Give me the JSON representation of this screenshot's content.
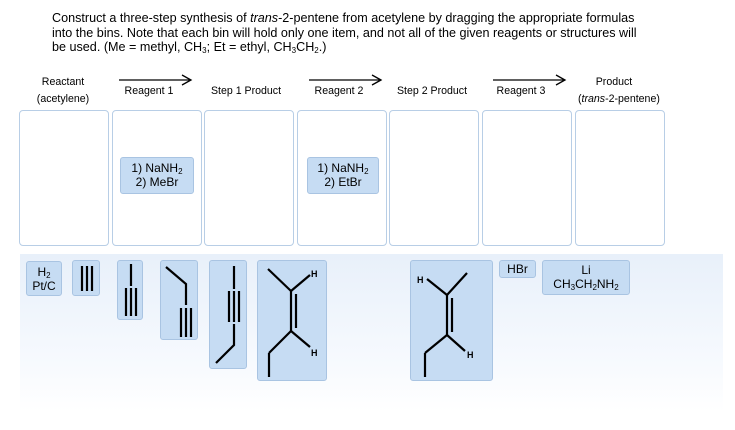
{
  "instructions": {
    "line1_pre": "Construct a three-step synthesis of ",
    "line1_em": "trans",
    "line1_post": "-2-pentene from acetylene by dragging the appropriate formulas",
    "line2": "into the bins. Note that each bin will hold only one item, and not all of the given reagents or structures will",
    "line3_pre": "be used. (Me = methyl, CH",
    "line3_sub1": "3",
    "line3_mid": "; Et = ethyl, CH",
    "line3_sub2": "3",
    "line3_mid2": "CH",
    "line3_sub3": "2",
    "line3_post": ".)"
  },
  "columns": {
    "reactant": {
      "line1": "Reactant",
      "line2": "(acetylene)"
    },
    "reagent1": "Reagent 1",
    "step1": "Step 1 Product",
    "reagent2": "Reagent 2",
    "step2": "Step 2 Product",
    "reagent3": "Reagent 3",
    "product": {
      "line1": "Product",
      "line2_em": "trans",
      "line2_post": "-2-pentene)",
      "line2_pre": "("
    }
  },
  "placed": {
    "reagent1": {
      "line1_pre": "1) NaNH",
      "line1_sub": "2",
      "line2": "2) MeBr"
    },
    "reagent2": {
      "line1_pre": "1) NaNH",
      "line1_sub": "2",
      "line2": "2) EtBr"
    }
  },
  "tray": {
    "h2_pre": "H",
    "h2_sub": "2",
    "ptc": "Pt/C",
    "hbr": "HBr",
    "li": "Li",
    "amine": {
      "a": "CH",
      "a_sub": "3",
      "b": "CH",
      "b_sub": "2",
      "c": "NH",
      "c_sub": "2"
    },
    "h_atom": "H"
  },
  "colors": {
    "chip_fill": "#c6dcf3",
    "chip_border": "#a9c4e2",
    "bin_border": "#b8cee6",
    "tray_top": "#e8f0fa"
  }
}
